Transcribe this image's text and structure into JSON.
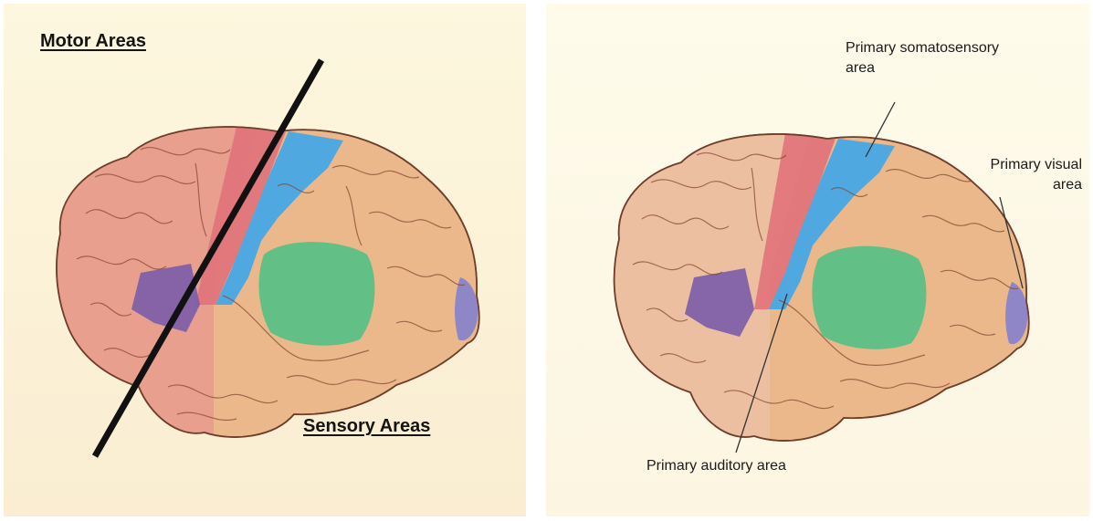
{
  "left_panel": {
    "motor_label": "Motor Areas",
    "sensory_label": "Sensory Areas"
  },
  "right_panel": {
    "somatosensory_label_line1": "Primary somatosensory",
    "somatosensory_label_line2": "area",
    "visual_label_line1": "Primary visual",
    "visual_label_line2": "area",
    "auditory_label": "Primary auditory area"
  },
  "colors": {
    "premotor_frontal": "#e89a8e",
    "motor_cortex": "#e0727a",
    "somatosensory": "#4fa8e0",
    "auditory": "#5bbf86",
    "broca": "#7a5ca8",
    "visual": "#8f86c8",
    "cortex_tan": "#eab88a",
    "divider_line": "#111111"
  }
}
